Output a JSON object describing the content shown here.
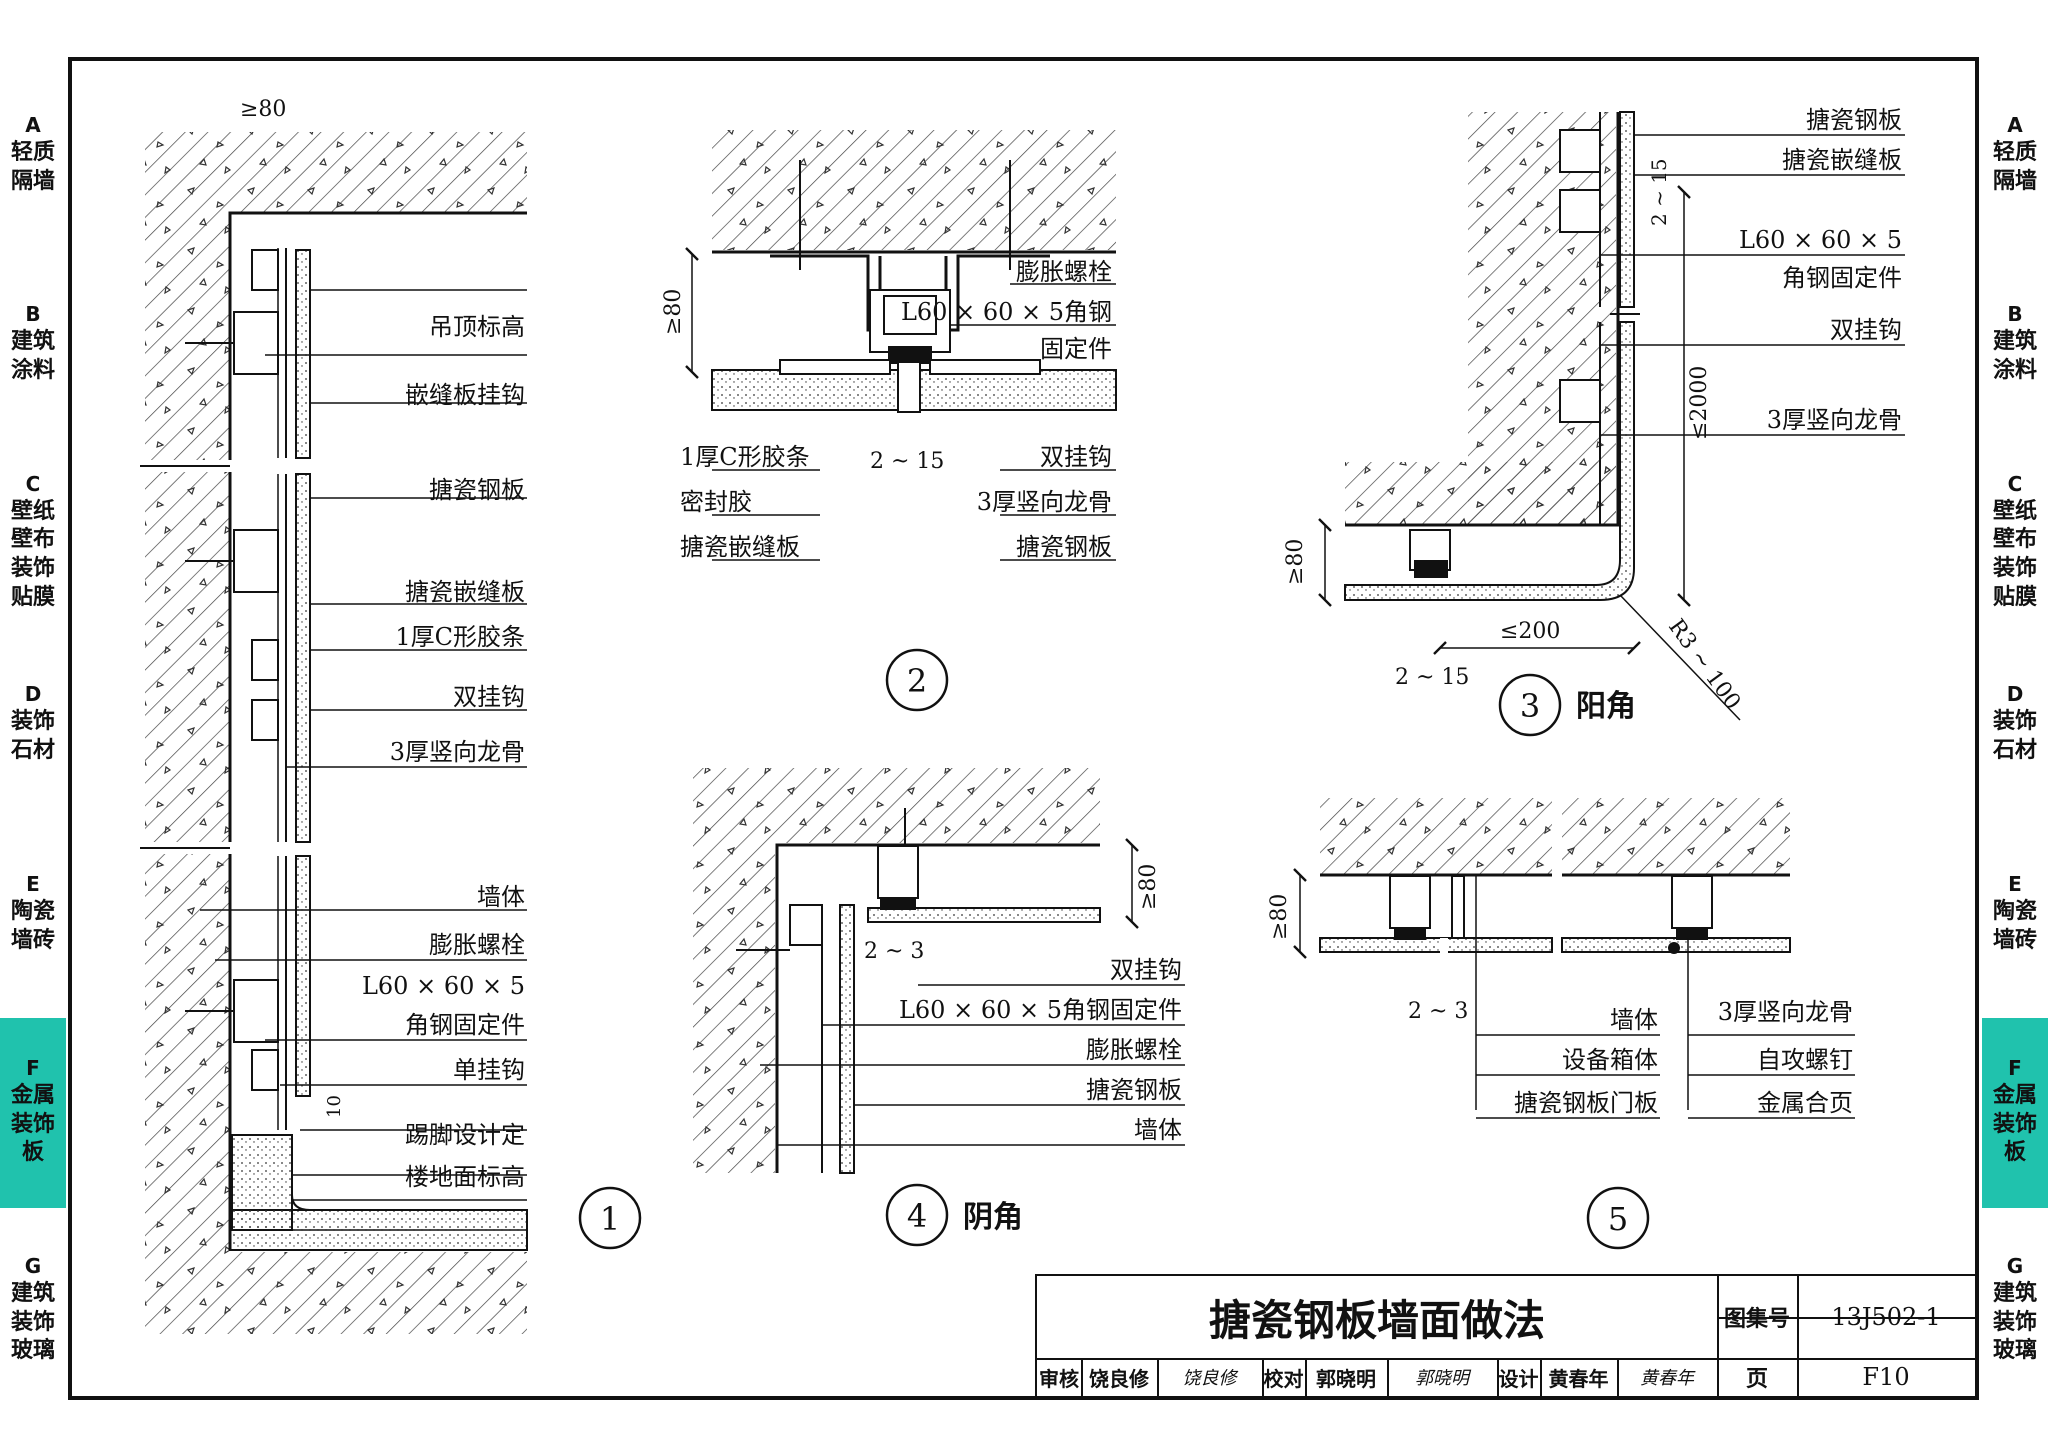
{
  "side_tabs": [
    {
      "letter": "A",
      "text": "轻质隔墙"
    },
    {
      "letter": "B",
      "text": "建筑涂料"
    },
    {
      "letter": "C",
      "text": "壁纸壁布装饰贴膜"
    },
    {
      "letter": "D",
      "text": "装饰石材"
    },
    {
      "letter": "E",
      "text": "陶瓷墙砖"
    },
    {
      "letter": "F",
      "text": "金属装饰板"
    },
    {
      "letter": "G",
      "text": "建筑装饰玻璃"
    }
  ],
  "active_tab": "F",
  "accent_color": "#20c2ad",
  "detail1": {
    "number": "1",
    "dim_top": "≥80",
    "dim_10": "10",
    "labels": [
      "吊顶标高",
      "嵌缝板挂钩",
      "搪瓷钢板",
      "搪瓷嵌缝板",
      "1厚C形胶条",
      "双挂钩",
      "3厚竖向龙骨",
      "墙体",
      "膨胀螺栓",
      "L60 × 60 × 5",
      "角钢固定件",
      "单挂钩",
      "踢脚设计定",
      "楼地面标高"
    ]
  },
  "detail2": {
    "number": "2",
    "dim_left": "≥80",
    "dim_gap": "2 ~ 15",
    "labels_right": [
      "膨胀螺栓",
      "L60 × 60 × 5角钢",
      "固定件",
      "双挂钩",
      "3厚竖向龙骨",
      "搪瓷钢板"
    ],
    "labels_left": [
      "1厚C形胶条",
      "密封胶",
      "搪瓷嵌缝板"
    ]
  },
  "detail3": {
    "number": "3",
    "name": "阳角",
    "labels": [
      "搪瓷钢板",
      "搪瓷嵌缝板",
      "L60 × 60 × 5",
      "角钢固定件",
      "双挂钩",
      "3厚竖向龙骨"
    ],
    "dim_15": "2 ~ 15",
    "dim_2000": "≤2000",
    "dim_80": "≥80",
    "dim_200": "≤200",
    "dim_gap": "2 ~ 15",
    "radius": "R3 ~ 100"
  },
  "detail4": {
    "number": "4",
    "name": "阴角",
    "dim_80": "≥80",
    "dim_gap": "2 ~ 3",
    "labels": [
      "双挂钩",
      "L60 × 60 × 5角钢固定件",
      "膨胀螺栓",
      "搪瓷钢板",
      "墙体"
    ]
  },
  "detail5": {
    "number": "5",
    "dim_80": "≥80",
    "dim_gap": "2 ~ 3",
    "labels_left": [
      "墙体",
      "设备箱体",
      "搪瓷钢板门板"
    ],
    "labels_right": [
      "3厚竖向龙骨",
      "自攻螺钉",
      "金属合页"
    ]
  },
  "title_block": {
    "title": "搪瓷钢板墙面做法",
    "atlas_label": "图集号",
    "atlas_no": "13J502-1",
    "review_label": "审核",
    "reviewer": "饶良修",
    "reviewer_sig": "饶良修",
    "check_label": "校对",
    "checker": "郭晓明",
    "checker_sig": "郭晓明",
    "design_label": "设计",
    "designer": "黄春年",
    "designer_sig": "黄春年",
    "page_label": "页",
    "page_no": "F10"
  }
}
